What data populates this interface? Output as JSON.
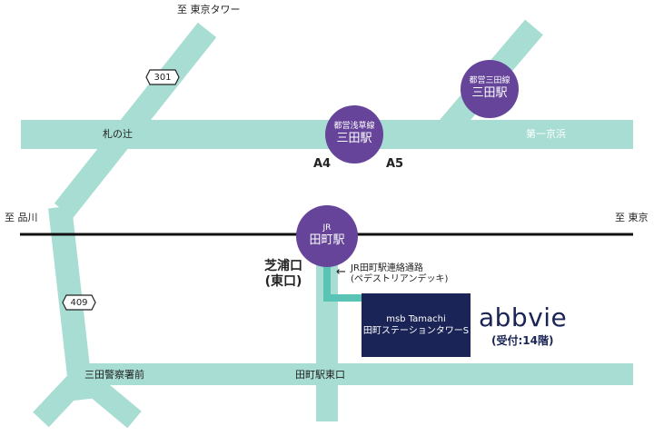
{
  "colors": {
    "road": "#a7ddd2",
    "walkway": "#59c4b3",
    "rail": "#111111",
    "station": "#65449a",
    "building": "#1b2456",
    "brand": "#1b2456"
  },
  "directions": {
    "tokyo_tower": "至 東京タワー",
    "shinagawa": "至 品川",
    "tokyo": "至 東京"
  },
  "roads": {
    "route_301": "301",
    "route_409": "409",
    "fudanotsuji": "札の辻",
    "daiichi_keihin": "第一京浜",
    "mita_keisatsusho_mae": "三田警察署前",
    "tamachi_eki_higashiguchi": "田町駅東口"
  },
  "stations": {
    "mita_asakusa": {
      "line": "都営浅草線",
      "name": "三田駅"
    },
    "mita_mita": {
      "line": "都営三田線",
      "name": "三田駅"
    },
    "tamachi_jr": {
      "line": "JR",
      "name": "田町駅"
    }
  },
  "exits": {
    "a4": "A4",
    "a5": "A5"
  },
  "shibaura_exit": {
    "line1": "芝浦口",
    "line2": "(東口)"
  },
  "walkway": {
    "arrow": "←",
    "line1": "JR田町駅連絡通路",
    "line2": "(ペデストリアンデッキ)"
  },
  "building": {
    "line1": "msb Tamachi",
    "line2": "田町ステーションタワーS"
  },
  "company": {
    "logo_text": "abbvie",
    "reception": "(受付:14階)"
  }
}
